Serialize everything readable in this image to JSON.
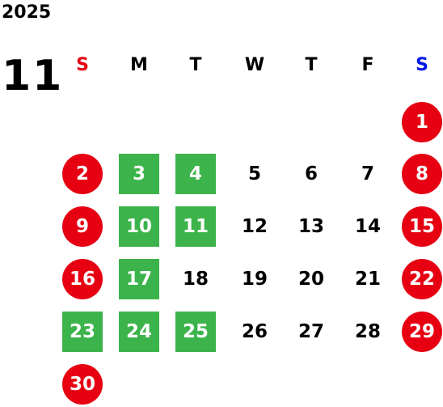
{
  "header": {
    "year": "2025",
    "month": "11"
  },
  "weekdays": [
    {
      "label": "S",
      "color": "#e60012"
    },
    {
      "label": "M",
      "color": "#000000"
    },
    {
      "label": "T",
      "color": "#000000"
    },
    {
      "label": "W",
      "color": "#000000"
    },
    {
      "label": "T",
      "color": "#000000"
    },
    {
      "label": "F",
      "color": "#000000"
    },
    {
      "label": "S",
      "color": "#0018e6"
    }
  ],
  "colors": {
    "holiday_circle": "#e60012",
    "closed_square": "#3cb44b"
  },
  "weeks": [
    [
      null,
      null,
      null,
      null,
      null,
      null,
      {
        "day": "1",
        "mark": "holiday"
      }
    ],
    [
      {
        "day": "2",
        "mark": "holiday"
      },
      {
        "day": "3",
        "mark": "closed"
      },
      {
        "day": "4",
        "mark": "closed"
      },
      {
        "day": "5",
        "mark": "none"
      },
      {
        "day": "6",
        "mark": "none"
      },
      {
        "day": "7",
        "mark": "none"
      },
      {
        "day": "8",
        "mark": "holiday"
      }
    ],
    [
      {
        "day": "9",
        "mark": "holiday"
      },
      {
        "day": "10",
        "mark": "closed"
      },
      {
        "day": "11",
        "mark": "closed"
      },
      {
        "day": "12",
        "mark": "none"
      },
      {
        "day": "13",
        "mark": "none"
      },
      {
        "day": "14",
        "mark": "none"
      },
      {
        "day": "15",
        "mark": "holiday"
      }
    ],
    [
      {
        "day": "16",
        "mark": "holiday"
      },
      {
        "day": "17",
        "mark": "closed"
      },
      {
        "day": "18",
        "mark": "none"
      },
      {
        "day": "19",
        "mark": "none"
      },
      {
        "day": "20",
        "mark": "none"
      },
      {
        "day": "21",
        "mark": "none"
      },
      {
        "day": "22",
        "mark": "holiday"
      }
    ],
    [
      {
        "day": "23",
        "mark": "closed"
      },
      {
        "day": "24",
        "mark": "closed"
      },
      {
        "day": "25",
        "mark": "closed"
      },
      {
        "day": "26",
        "mark": "none"
      },
      {
        "day": "27",
        "mark": "none"
      },
      {
        "day": "28",
        "mark": "none"
      },
      {
        "day": "29",
        "mark": "holiday"
      }
    ],
    [
      {
        "day": "30",
        "mark": "holiday"
      },
      null,
      null,
      null,
      null,
      null,
      null
    ]
  ]
}
